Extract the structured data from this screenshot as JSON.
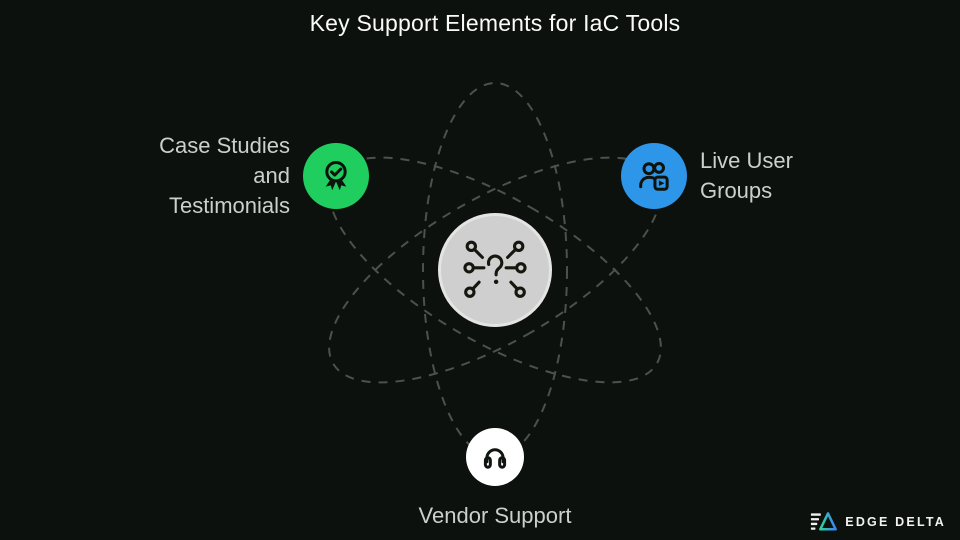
{
  "title": "Key Support Elements for IaC Tools",
  "background_color": "#0c110d",
  "orbit_color": "#4c514c",
  "center_node": {
    "icon": "question-connections-icon",
    "color": "#cfcfcf"
  },
  "nodes": [
    {
      "id": "case-studies",
      "label": "Case Studies and Testimonials",
      "lines": [
        "Case Studies",
        "and",
        "Testimonials"
      ],
      "color": "#1fce5f",
      "icon": "award-ribbon-icon"
    },
    {
      "id": "live-user-groups",
      "label": "Live User Groups",
      "lines": [
        "Live User",
        "Groups"
      ],
      "color": "#2e96e8",
      "icon": "user-group-video-icon"
    },
    {
      "id": "vendor-support",
      "label": "Vendor Support",
      "color": "#ffffff",
      "icon": "headphones-icon"
    }
  ],
  "logo": {
    "text": "EDGE DELTA",
    "gradient_start": "#34d399",
    "gradient_end": "#3b82f6"
  }
}
